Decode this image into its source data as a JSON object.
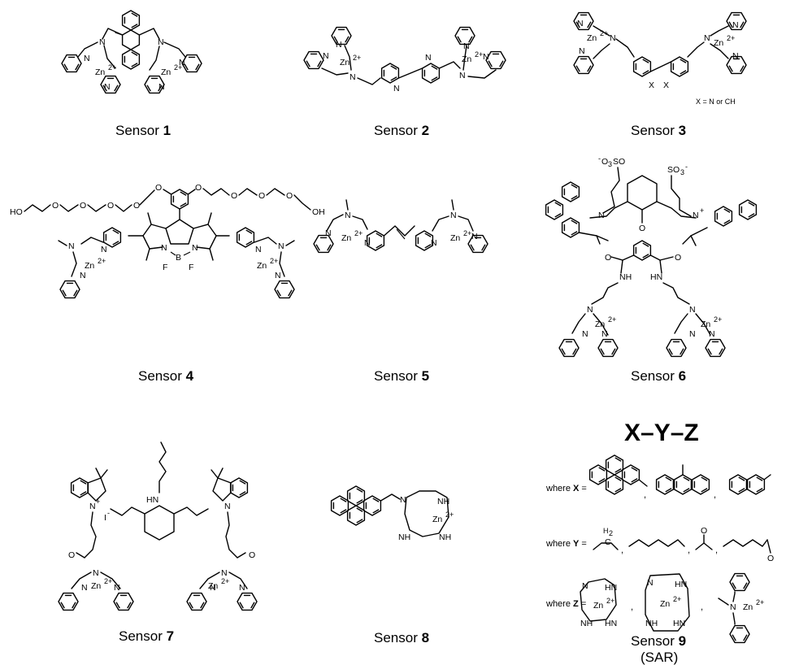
{
  "sensors": [
    {
      "prefix": "Sensor ",
      "number": "1"
    },
    {
      "prefix": "Sensor ",
      "number": "2"
    },
    {
      "prefix": "Sensor ",
      "number": "3"
    },
    {
      "prefix": "Sensor ",
      "number": "4"
    },
    {
      "prefix": "Sensor ",
      "number": "5"
    },
    {
      "prefix": "Sensor ",
      "number": "6"
    },
    {
      "prefix": "Sensor ",
      "number": "7"
    },
    {
      "prefix": "Sensor ",
      "number": "8"
    },
    {
      "prefix": "Sensor ",
      "number": "9",
      "suffix": "(SAR)"
    }
  ],
  "atoms": {
    "zn": "Zn",
    "zn_charge": "2+",
    "n": "N",
    "n_plus": "N",
    "plus": "+",
    "o": "O",
    "oh": "OH",
    "ho": "HO",
    "nh": "NH",
    "hn": "HN",
    "b": "B",
    "f": "F",
    "so3": "SO",
    "so3_sub": "3",
    "minus": "-",
    "iodide": "I",
    "h2": "H",
    "h2_sub": "2",
    "c": "C"
  },
  "sensor3_note": "X = N or CH",
  "sensor3_x": "X",
  "sar": {
    "formula": "X–Y–Z",
    "where": "where ",
    "x": "X",
    "y": "Y",
    "z": "Z",
    "equals": " =",
    "comma": ","
  }
}
